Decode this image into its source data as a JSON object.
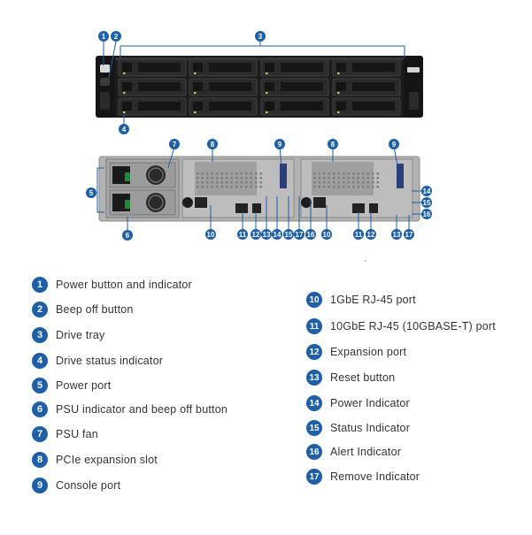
{
  "colors": {
    "accent": "#1d5fa8",
    "chassis": "#1a1a1a",
    "rear_panel": "#b7b7b7",
    "line": "#1d5fa8"
  },
  "legend": [
    {
      "num": "1",
      "label": "Power button and indicator"
    },
    {
      "num": "2",
      "label": "Beep off button"
    },
    {
      "num": "3",
      "label": "Drive tray"
    },
    {
      "num": "4",
      "label": "Drive status indicator"
    },
    {
      "num": "5",
      "label": "Power port"
    },
    {
      "num": "6",
      "label": "PSU indicator and beep off button"
    },
    {
      "num": "7",
      "label": "PSU fan"
    },
    {
      "num": "8",
      "label": "PCIe expansion slot"
    },
    {
      "num": "9",
      "label": "Console port"
    },
    {
      "num": "10",
      "label": "1GbE RJ-45 port"
    },
    {
      "num": "11",
      "label": "10GbE RJ-45 (10GBASE-T) port"
    },
    {
      "num": "12",
      "label": "Expansion port"
    },
    {
      "num": "13",
      "label": "Reset button"
    },
    {
      "num": "14",
      "label": "Power Indicator"
    },
    {
      "num": "15",
      "label": "Status Indicator"
    },
    {
      "num": "16",
      "label": "Alert Indicator"
    },
    {
      "num": "17",
      "label": "Remove Indicator"
    }
  ]
}
